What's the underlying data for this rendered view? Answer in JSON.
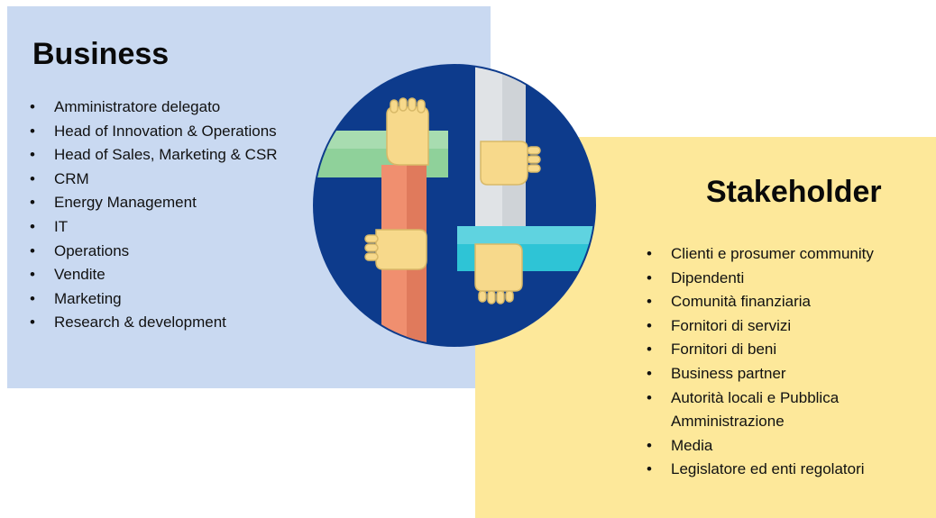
{
  "business": {
    "title": "Business",
    "items": [
      "Amministratore delegato",
      "Head of Innovation & Operations",
      "Head of Sales, Marketing & CSR",
      "CRM",
      "Energy Management",
      "IT",
      "Operations",
      "Vendite",
      "Marketing",
      "Research & development"
    ]
  },
  "stakeholder": {
    "title": "Stakeholder",
    "items": [
      "Clienti  e prosumer community",
      "Dipendenti",
      "Comunità finanziaria",
      "Fornitori di servizi",
      "Fornitori di beni",
      "Business partner",
      "Autorità locali e Pubblica Amministrazione",
      "Media",
      "Legislatore ed enti regolatori"
    ]
  },
  "emblem": {
    "icon": "joined-hands-icon",
    "circle_color": "#0d3b8c",
    "arm_colors": [
      "#8fd19a",
      "#e0e3e6",
      "#f08f6f",
      "#2ec4d6"
    ],
    "skin_color": "#f7d98b"
  }
}
